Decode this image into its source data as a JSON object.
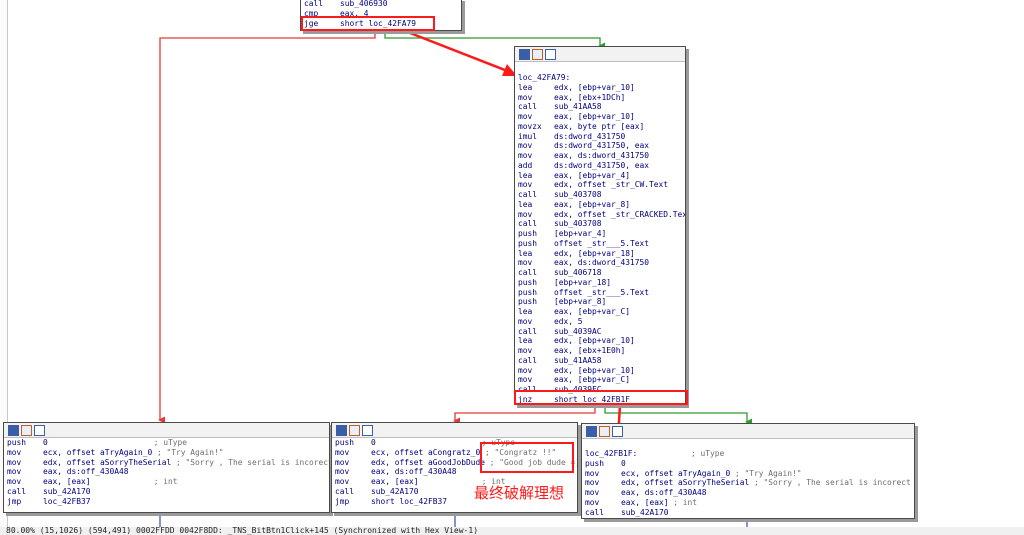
{
  "nodes": {
    "top": {
      "lines": [
        {
          "m": "call",
          "o": "sub_406930",
          "c": ""
        },
        {
          "m": "cmp",
          "o": "eax, 4",
          "c": ""
        },
        {
          "m": "jge",
          "o": "short loc_42FA79",
          "c": ""
        }
      ]
    },
    "main": {
      "label": "loc_42FA79:",
      "lines": [
        {
          "m": "lea",
          "o": "edx, [ebp+var_10]",
          "c": ""
        },
        {
          "m": "mov",
          "o": "eax, [ebx+1DCh]",
          "c": ""
        },
        {
          "m": "call",
          "o": "sub_41AA58",
          "c": ""
        },
        {
          "m": "mov",
          "o": "eax, [ebp+var_10]",
          "c": ""
        },
        {
          "m": "movzx",
          "o": "eax, byte ptr [eax]",
          "c": ""
        },
        {
          "m": "imul",
          "o": "ds:dword_431750",
          "c": ""
        },
        {
          "m": "mov",
          "o": "ds:dword_431750, eax",
          "c": ""
        },
        {
          "m": "mov",
          "o": "eax, ds:dword_431750",
          "c": ""
        },
        {
          "m": "add",
          "o": "ds:dword_431750, eax",
          "c": ""
        },
        {
          "m": "lea",
          "o": "eax, [ebp+var_4]",
          "c": ""
        },
        {
          "m": "mov",
          "o": "edx, offset _str_CW.Text",
          "c": ""
        },
        {
          "m": "call",
          "o": "sub_403708",
          "c": ""
        },
        {
          "m": "lea",
          "o": "eax, [ebp+var_8]",
          "c": ""
        },
        {
          "m": "mov",
          "o": "edx, offset _str_CRACKED.Text",
          "c": ""
        },
        {
          "m": "call",
          "o": "sub_403708",
          "c": ""
        },
        {
          "m": "push",
          "o": "[ebp+var_4]",
          "c": ""
        },
        {
          "m": "push",
          "o": "offset _str___5.Text",
          "c": ""
        },
        {
          "m": "lea",
          "o": "edx, [ebp+var_18]",
          "c": ""
        },
        {
          "m": "mov",
          "o": "eax, ds:dword_431750",
          "c": ""
        },
        {
          "m": "call",
          "o": "sub_406718",
          "c": ""
        },
        {
          "m": "push",
          "o": "[ebp+var_18]",
          "c": ""
        },
        {
          "m": "push",
          "o": "offset _str___5.Text",
          "c": ""
        },
        {
          "m": "push",
          "o": "[ebp+var_8]",
          "c": ""
        },
        {
          "m": "lea",
          "o": "eax, [ebp+var_C]",
          "c": ""
        },
        {
          "m": "mov",
          "o": "edx, 5",
          "c": ""
        },
        {
          "m": "call",
          "o": "sub_4039AC",
          "c": ""
        },
        {
          "m": "lea",
          "o": "edx, [ebp+var_10]",
          "c": ""
        },
        {
          "m": "mov",
          "o": "eax, [ebx+1E0h]",
          "c": ""
        },
        {
          "m": "call",
          "o": "sub_41AA58",
          "c": ""
        },
        {
          "m": "mov",
          "o": "edx, [ebp+var_10]",
          "c": ""
        },
        {
          "m": "mov",
          "o": "eax, [ebp+var_C]",
          "c": ""
        },
        {
          "m": "call",
          "o": "sub_4039FC",
          "c": ""
        },
        {
          "m": "jnz",
          "o": "short loc_42FB1F",
          "c": ""
        }
      ]
    },
    "left": {
      "lines": [
        {
          "m": "push",
          "o": "0",
          "c": "; uType"
        },
        {
          "m": "mov",
          "o": "ecx, offset aTryAgain_0",
          "c": "; \"Try Again!\""
        },
        {
          "m": "mov",
          "o": "edx, offset aSorryTheSerial",
          "c": "; \"Sorry , The serial is incorect !\""
        },
        {
          "m": "mov",
          "o": "eax, ds:off_430A48",
          "c": ""
        },
        {
          "m": "mov",
          "o": "eax, [eax]",
          "c": "; int"
        },
        {
          "m": "call",
          "o": "sub_42A170",
          "c": ""
        },
        {
          "m": "jmp",
          "o": "loc_42FB37",
          "c": ""
        }
      ]
    },
    "center": {
      "lines": [
        {
          "m": "push",
          "o": "0",
          "c": "; uType"
        },
        {
          "m": "mov",
          "o": "ecx, offset aCongratz_0",
          "c": "; \"Congratz !!\""
        },
        {
          "m": "mov",
          "o": "edx, offset aGoodJobDude",
          "c": "; \"Good job dude =)\""
        },
        {
          "m": "mov",
          "o": "eax, ds:off_430A48",
          "c": ""
        },
        {
          "m": "mov",
          "o": "eax, [eax]",
          "c": "; int"
        },
        {
          "m": "call",
          "o": "sub_42A170",
          "c": ""
        },
        {
          "m": "jmp",
          "o": "short loc_42FB37",
          "c": ""
        }
      ]
    },
    "right": {
      "label": "loc_42FB1F:",
      "label_comment": "; uType",
      "lines": [
        {
          "m": "push",
          "o": "0",
          "c": ""
        },
        {
          "m": "mov",
          "o": "ecx, offset aTryAgain_0",
          "c": "; \"Try Again!\""
        },
        {
          "m": "mov",
          "o": "edx, offset aSorryTheSerial",
          "c": "; \"Sorry , The serial is incorect !\""
        },
        {
          "m": "mov",
          "o": "eax, ds:off_430A48",
          "c": ""
        },
        {
          "m": "mov",
          "o": "eax, [eax]",
          "c": "; int"
        },
        {
          "m": "call",
          "o": "sub_42A170",
          "c": ""
        }
      ]
    }
  },
  "annotation": "最终破解理想",
  "status_text": "80.00% (15,1026) (594,491) 0002FFDD 0042F8DD: _TNS_BitBtn1Click+145 (Synchronized with Hex View-1)",
  "colors": {
    "false_edge": "#e53935",
    "true_edge": "#2e9b2e",
    "highlight": "#ff1a1a",
    "annotation": "#ff1a1a"
  },
  "icons": [
    "graph-view-icon",
    "edit-icon",
    "node-menu-icon"
  ]
}
